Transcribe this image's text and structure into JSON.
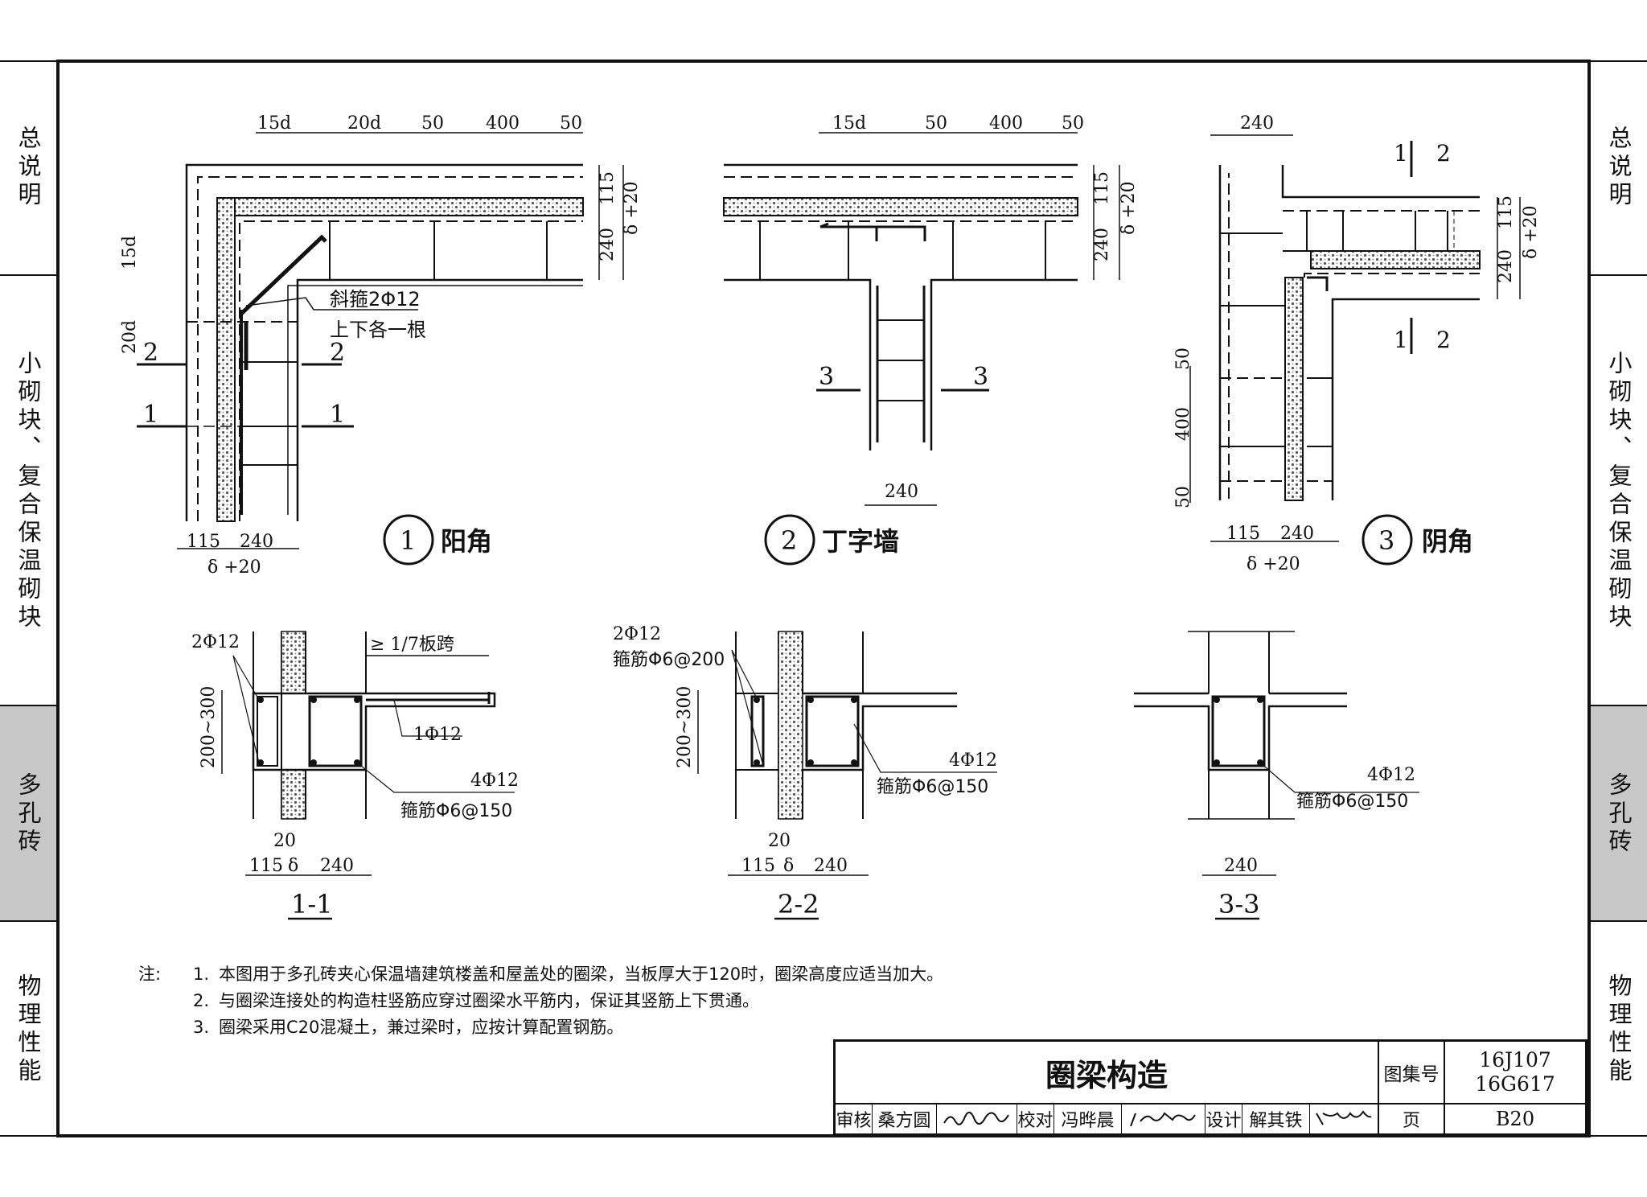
{
  "side_tabs": {
    "left": [
      {
        "label": "总说明",
        "active": false
      },
      {
        "label": "小砌块、复合保温砌块",
        "active": false
      },
      {
        "label": "多孔砖",
        "active": true
      },
      {
        "label": "物理性能",
        "active": false
      }
    ],
    "right": [
      {
        "label": "总说明",
        "active": false
      },
      {
        "label": "小砌块、复合保温砌块",
        "active": false
      },
      {
        "label": "多孔砖",
        "active": true
      },
      {
        "label": "物理性能",
        "active": false
      }
    ]
  },
  "detail1": {
    "num": "1",
    "title": "阳角",
    "dims_top": [
      "15d",
      "20d",
      "50",
      "400",
      "50"
    ],
    "dims_right": [
      "115",
      "240",
      "δ +20"
    ],
    "dims_left": [
      "15d",
      "20d"
    ],
    "dims_bottom": [
      "115",
      "240",
      "δ +20"
    ],
    "section_marks": [
      "1",
      "1",
      "2",
      "2"
    ],
    "rebar_note_1": "斜箍2Φ12",
    "rebar_note_2": "上下各一根"
  },
  "detail2": {
    "num": "2",
    "title": "丁字墙",
    "dims_top": [
      "15d",
      "50",
      "400",
      "50"
    ],
    "dims_right": [
      "115",
      "240",
      "δ +20"
    ],
    "dims_bottom": [
      "240"
    ],
    "section_marks": [
      "3",
      "3"
    ]
  },
  "detail3": {
    "num": "3",
    "title": "阴角",
    "dims_top": [
      "240"
    ],
    "dims_right": [
      "115",
      "240",
      "δ +20"
    ],
    "dims_left": [
      "50",
      "400",
      "50"
    ],
    "dims_bottom": [
      "115",
      "240",
      "δ +20"
    ],
    "section_marks": [
      "1",
      "2",
      "1",
      "2"
    ]
  },
  "section11": {
    "title": "1-1",
    "bar_top": "2Φ12",
    "span_note": "≥ 1/7板跨",
    "height": "200~300",
    "slab_bar": "1Φ12",
    "main_bar": "4Φ12",
    "stirrup": "箍筋Φ6@150",
    "dims": [
      "20",
      "115",
      "δ",
      "240"
    ]
  },
  "section22": {
    "title": "2-2",
    "bar_top": "2Φ12",
    "stirrup_top": "箍筋Φ6@200",
    "height": "200~300",
    "main_bar": "4Φ12",
    "stirrup": "箍筋Φ6@150",
    "dims": [
      "20",
      "115",
      "δ",
      "240"
    ]
  },
  "section33": {
    "title": "3-3",
    "main_bar": "4Φ12",
    "stirrup": "箍筋Φ6@150",
    "dims": [
      "240"
    ]
  },
  "notes": {
    "label": "注:",
    "items": [
      {
        "n": "1.",
        "text": "本图用于多孔砖夹心保温墙建筑楼盖和屋盖处的圈梁，当板厚大于120时，圈梁高度应适当加大。"
      },
      {
        "n": "2.",
        "text": "与圈梁连接处的构造柱竖筋应穿过圈梁水平筋内，保证其竖筋上下贯通。"
      },
      {
        "n": "3.",
        "text": "圈梁采用C20混凝土，兼过梁时，应按计算配置钢筋。"
      }
    ]
  },
  "title_block": {
    "title": "圈梁构造",
    "atlas_label": "图集号",
    "atlas_no_1": "16J107",
    "atlas_no_2": "16G617",
    "review_label": "审核",
    "review_name": "桑方圆",
    "check_label": "校对",
    "check_name": "冯晔晨",
    "design_label": "设计",
    "design_name": "解其铁",
    "page_label": "页",
    "page_no": "B20"
  }
}
